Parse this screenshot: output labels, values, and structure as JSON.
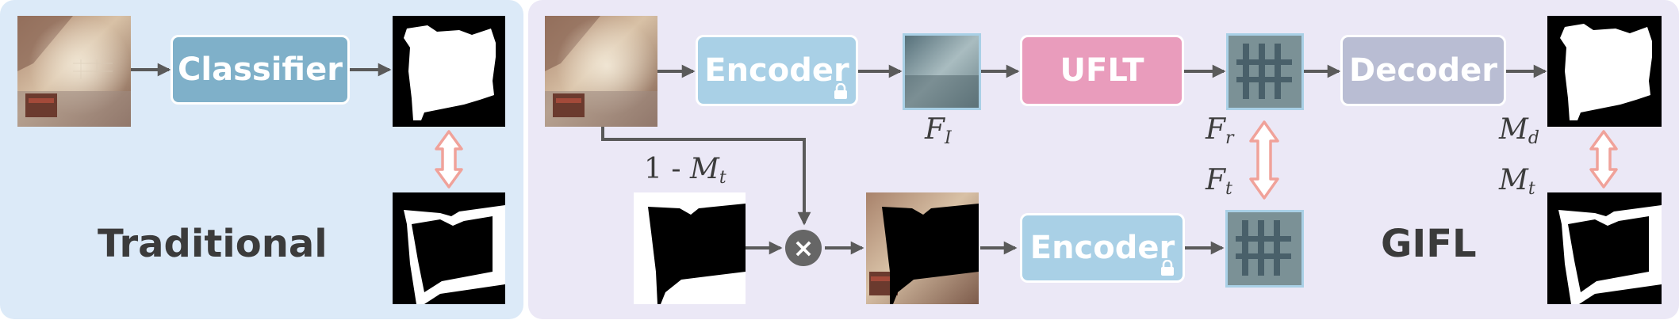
{
  "labels": {
    "classifier": "Classifier",
    "encoder_top": "Encoder",
    "encoder_bottom": "Encoder",
    "uflt": "UFLT",
    "decoder": "Decoder",
    "traditional": "Traditional",
    "gifl": "GIFL",
    "one_minus": "1 - ",
    "multiply_symbol": "×"
  },
  "math": {
    "FI": {
      "base": "F",
      "sub": "I"
    },
    "Fr": {
      "base": "F",
      "sub": "r"
    },
    "Ft": {
      "base": "F",
      "sub": "t"
    },
    "Md": {
      "base": "M",
      "sub": "d"
    },
    "Mt": {
      "base": "M",
      "sub": "t"
    },
    "Mt_input": {
      "base": "M",
      "sub": "t"
    }
  },
  "colors": {
    "left_panel": "#dceaf8",
    "right_panel": "#ebe8f6",
    "classifier_block": "#7fb0c9",
    "encoder_block": "#a9d0e6",
    "uflt_block": "#e99cbc",
    "decoder_block": "#b9bdd3",
    "arrow": "#5a5a5a",
    "compare_arrow": "#f0a29a"
  },
  "icons": {
    "lock": "lock-icon",
    "multiply": "multiply-icon"
  }
}
